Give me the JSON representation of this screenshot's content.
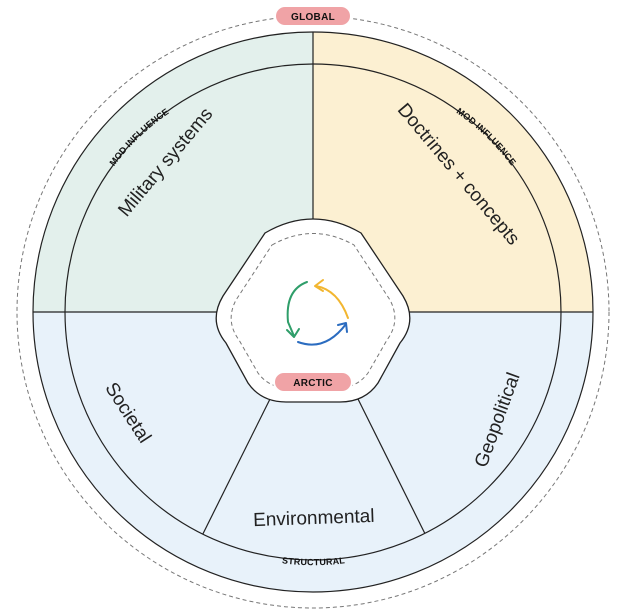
{
  "diagram": {
    "tags": {
      "outer": "GLOBAL",
      "inner": "ARCTIC"
    },
    "ring_labels": {
      "mod_influence_left": "MOD INFLUENCE",
      "mod_influence_right": "MOD INFLUENCE",
      "structural": "STRUCTURAL"
    },
    "segments": {
      "military_systems": "Military systems",
      "doctrines_concepts": "Doctrines + concepts",
      "societal": "Societal",
      "environmental": "Environmental",
      "geopolitical": "Geopolitical"
    },
    "colors": {
      "top_left_fill": "#e3f0ec",
      "top_right_fill": "#fcf0d2",
      "bottom_fill": "#e8f2fa",
      "tag_fill": "#f0a3a6",
      "cycle_yellow": "#f2b630",
      "cycle_green": "#2f9e6a",
      "cycle_blue": "#2b6cc0"
    },
    "center_icon": "cycle-arrows-icon"
  }
}
